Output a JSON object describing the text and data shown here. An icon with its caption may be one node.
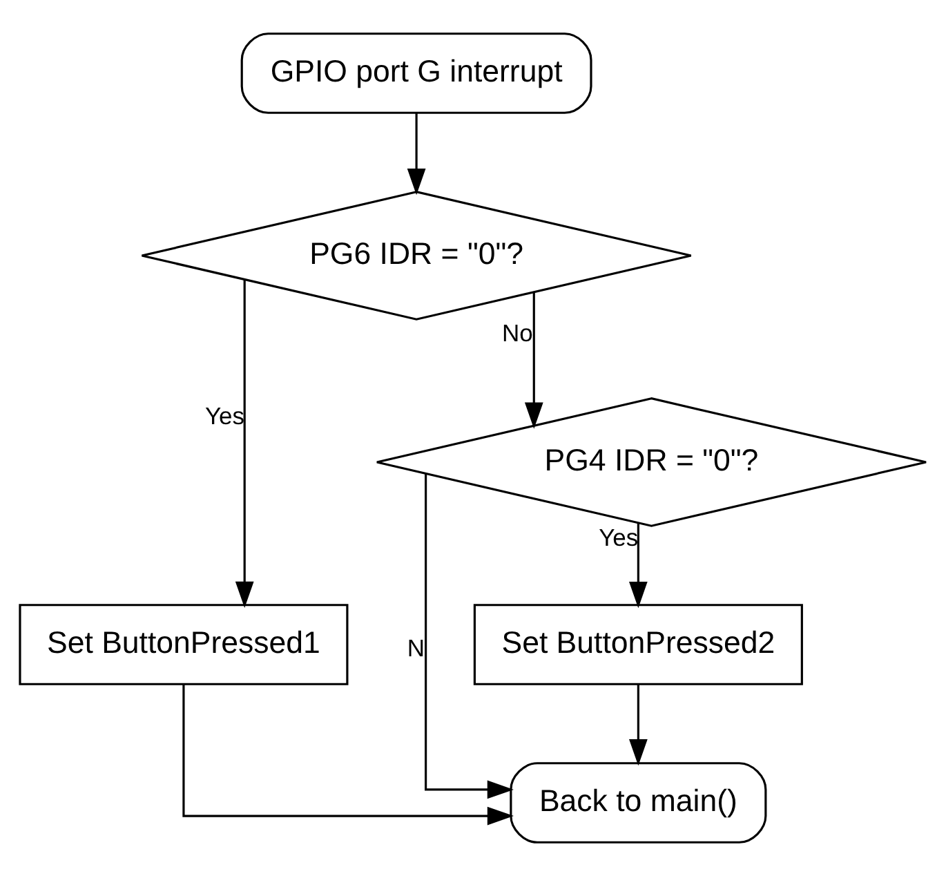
{
  "diagram": {
    "nodes": [
      {
        "text": [
          "GPIO port G interrupt"
        ]
      },
      {
        "text": [
          "PG6 IDR = \"0\"?"
        ]
      },
      {
        "text": [
          "Set ButtonPressed1"
        ]
      },
      {
        "text": [
          "PG4 IDR = \"0\"?"
        ]
      },
      {
        "text": [
          "Set ButtonPressed2"
        ]
      },
      {
        "text": [
          "Back to main()"
        ]
      }
    ],
    "edges": [
      {
        "from": 0,
        "to": 1,
        "arrow": "to"
      },
      {
        "from": 1,
        "to": 2,
        "arrow": "to",
        "label": "Yes"
      },
      {
        "from": 1,
        "to": 3,
        "arrow": "to",
        "label": "No"
      },
      {
        "from": 3,
        "to": 4,
        "arrow": "to",
        "label": "Yes"
      },
      {
        "from": 3,
        "to": 5,
        "arrow": "to",
        "label": "N"
      },
      {
        "from": 2,
        "to": 5,
        "arrow": "to"
      },
      {
        "from": 4,
        "to": 5,
        "arrow": "to"
      }
    ]
  }
}
